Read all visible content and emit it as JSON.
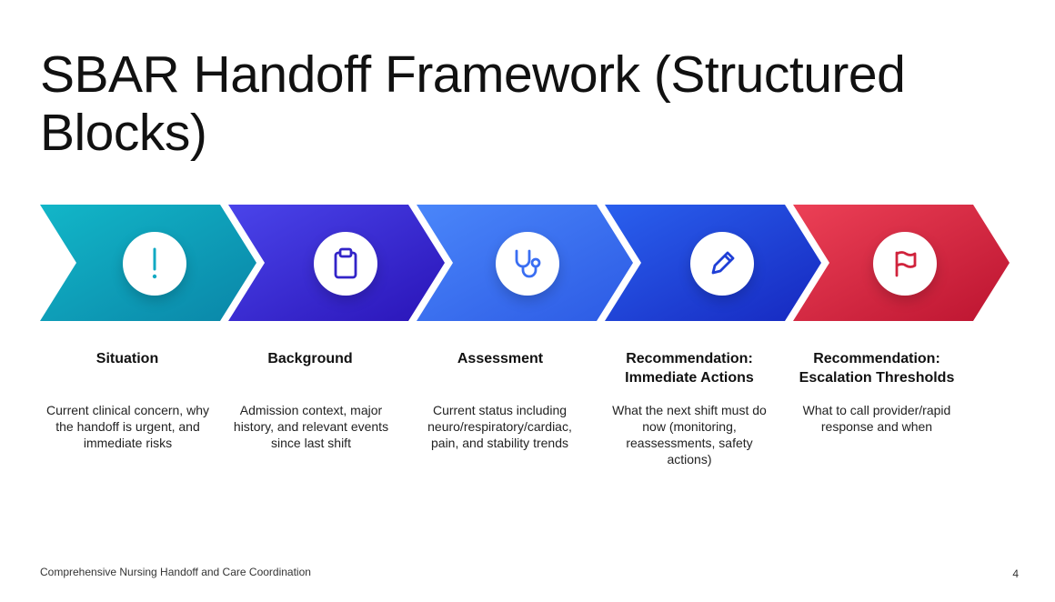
{
  "title": "SBAR Handoff Framework (Structured Blocks)",
  "steps": [
    {
      "label": "Situation",
      "label2": "",
      "description": "Current clinical concern, why the handoff is urgent, and immediate risks",
      "icon": "exclamation-icon",
      "color_start": "#10b0c4",
      "color_end": "#0c8fae"
    },
    {
      "label": "Background",
      "label2": "",
      "description": "Admission context, major history, and relevant events since last shift",
      "icon": "clipboard-icon",
      "color_start": "#3a3fe0",
      "color_end": "#2a1fc0"
    },
    {
      "label": "Assessment",
      "label2": "",
      "description": "Current status including neuro/respiratory/cardiac, pain, and stability trends",
      "icon": "stethoscope-icon",
      "color_start": "#3f7cf6",
      "color_end": "#2e5fe8"
    },
    {
      "label": "Recommendation:",
      "label2": "Immediate Actions",
      "description": "What the next shift must do now (monitoring, reassessments, safety actions)",
      "icon": "pencil-icon",
      "color_start": "#2456e8",
      "color_end": "#1a33c8"
    },
    {
      "label": "Recommendation:",
      "label2": "Escalation Thresholds",
      "description": "What to call provider/rapid response and when",
      "icon": "flag-icon",
      "color_start": "#e2384f",
      "color_end": "#c4182f"
    }
  ],
  "footer": "Comprehensive Nursing Handoff and Care Coordination",
  "page_number": "4"
}
